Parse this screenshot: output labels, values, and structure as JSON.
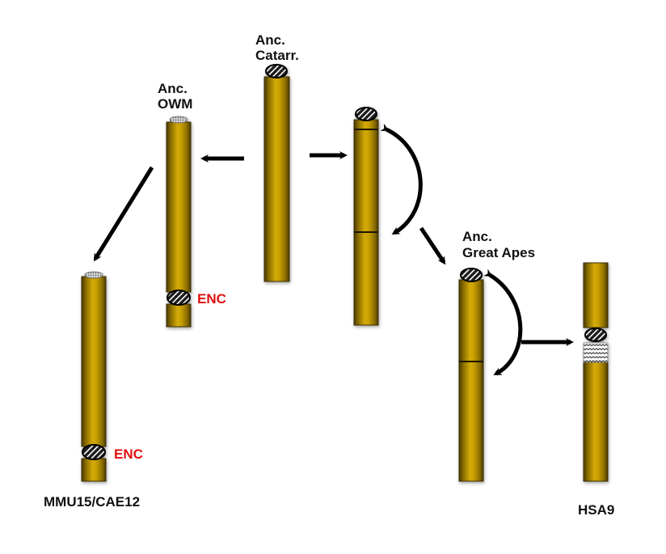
{
  "labels": {
    "anc_catarr_line1": "Anc.",
    "anc_catarr_line2": "Catarr.",
    "anc_owm_line1": "Anc.",
    "anc_owm_line2": "OWM",
    "anc_great_apes_line1": "Anc.",
    "anc_great_apes_line2": "Great Apes",
    "enc_owm": "ENC",
    "enc_mmu": "ENC",
    "mmu15_cae12": "MMU15/CAE12",
    "hsa9": "HSA9"
  },
  "colors": {
    "chromosome_gold": "#c9a000",
    "chromosome_edge": "#3a2e00",
    "arrow": "#000000",
    "enc_text": "#e01010"
  }
}
